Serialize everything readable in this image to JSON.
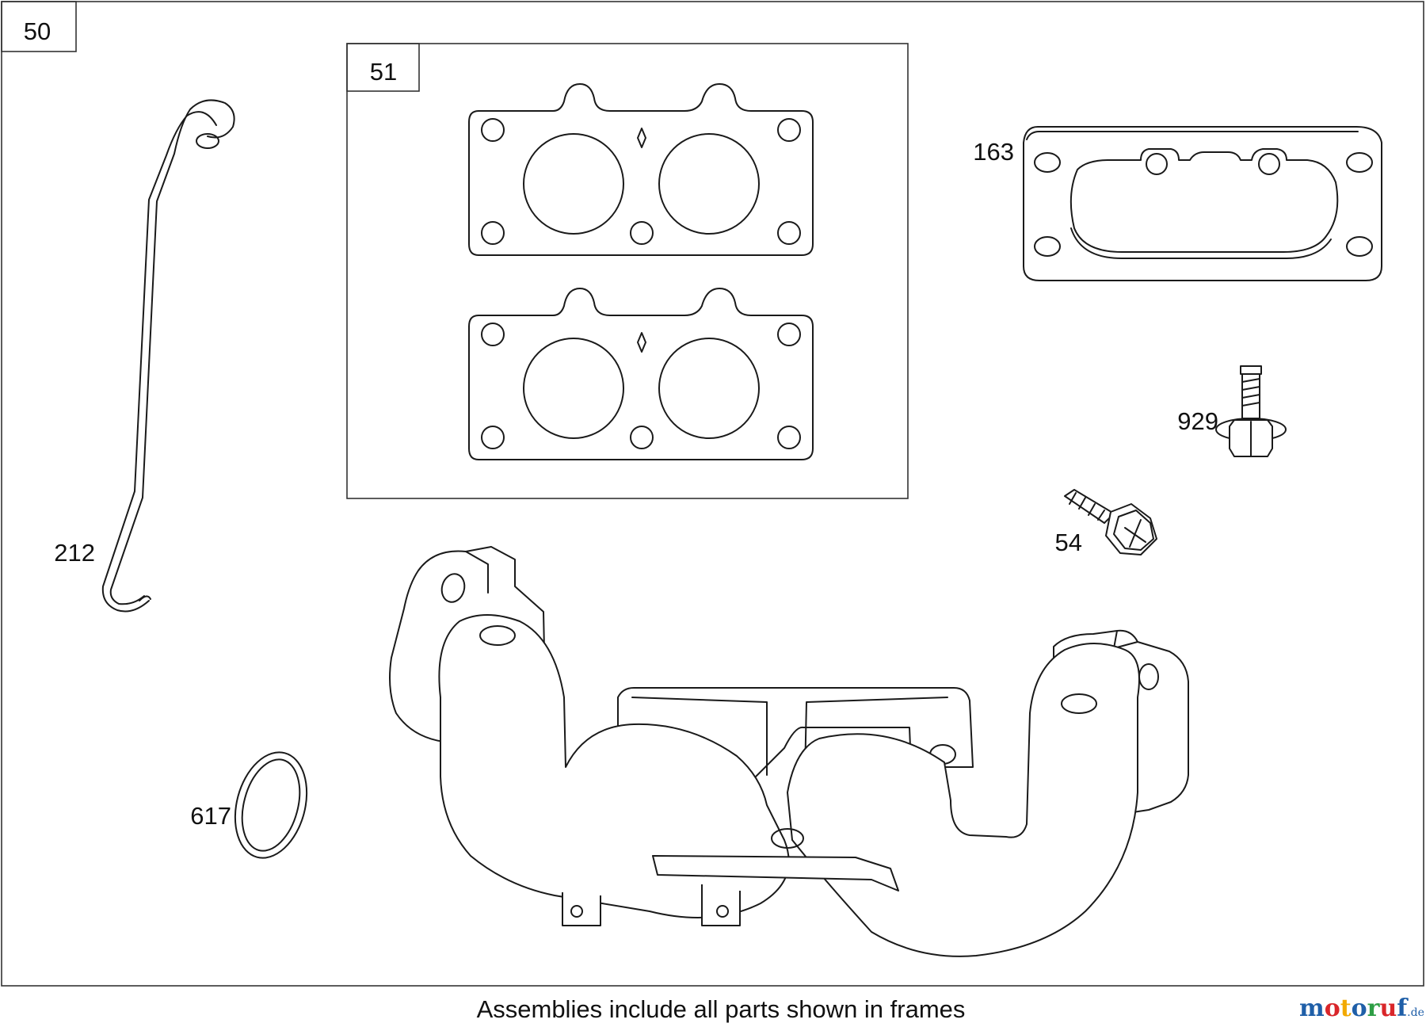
{
  "diagram": {
    "frame_labels": {
      "outer": "50",
      "gasket_kit": "51"
    },
    "part_numbers": {
      "link_rod": "212",
      "gasket_kit_plate": "163",
      "screw_flange": "929",
      "screw_phillips": "54",
      "seal_ring": "617"
    },
    "caption": "Assemblies include all parts shown in frames",
    "watermark": {
      "text_main": "motoruf",
      "text_suffix": ".de",
      "colors": [
        "#1f5fa8",
        "#d9262a",
        "#f2a900",
        "#1f5fa8",
        "#2e9e45",
        "#d9262a",
        "#1f5fa8"
      ]
    }
  }
}
